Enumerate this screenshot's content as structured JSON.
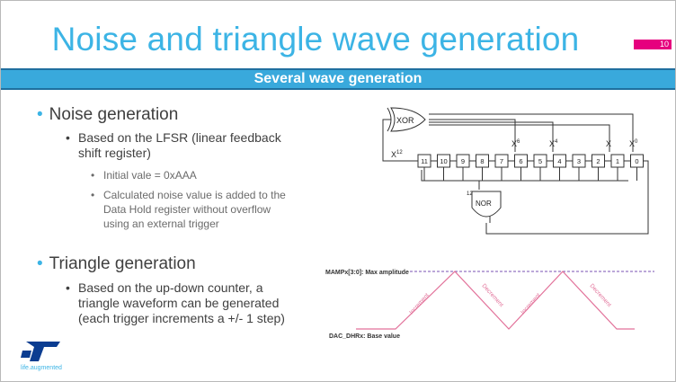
{
  "slide": {
    "title": "Noise and triangle wave generation",
    "page_number": "10",
    "subtitle": "Several wave generation",
    "tagline": "life.augmented"
  },
  "content": {
    "noise_heading": "Noise generation",
    "noise_point_line1": "Based on the LFSR (linear feedback",
    "noise_point_line2": "shift register)",
    "noise_sub1": "Initial vale = 0xAAA",
    "noise_sub2_line1": "Calculated noise value is added to the",
    "noise_sub2_line2": "Data Hold register without overflow",
    "noise_sub2_line3": "using an external trigger",
    "triangle_heading": "Triangle generation",
    "triangle_point_line1": "Based on the up-down counter, a",
    "triangle_point_line2": "triangle waveform can be generated",
    "triangle_point_line3": "(each trigger increments a +/- 1 step)"
  },
  "lfsr_diagram": {
    "xor_label": "XOR",
    "nor_label": "NOR",
    "nor_input_label": "12",
    "cells": [
      "11",
      "10",
      "9",
      "8",
      "7",
      "6",
      "5",
      "4",
      "3",
      "2",
      "1",
      "0"
    ],
    "input_base": "X",
    "input_exp": "12",
    "taps": [
      {
        "base": "X",
        "exp": "6"
      },
      {
        "base": "X",
        "exp": "4"
      },
      {
        "base": "X",
        "exp": ""
      },
      {
        "base": "X",
        "exp": "0"
      }
    ]
  },
  "triangle_diagram": {
    "max_label": "MAMPx[3:0]: Max amplitude",
    "base_label": "DAC_DHRx: Base value",
    "segment_labels": [
      "Increment",
      "Decrement",
      "Increment",
      "Decrement"
    ]
  },
  "colors": {
    "title_blue": "#3cb4e5",
    "banner_blue": "#39a9dc",
    "accent_pink": "#e6007e",
    "triangle_pink": "#e2729a",
    "dashed_purple": "#7a52b3"
  }
}
